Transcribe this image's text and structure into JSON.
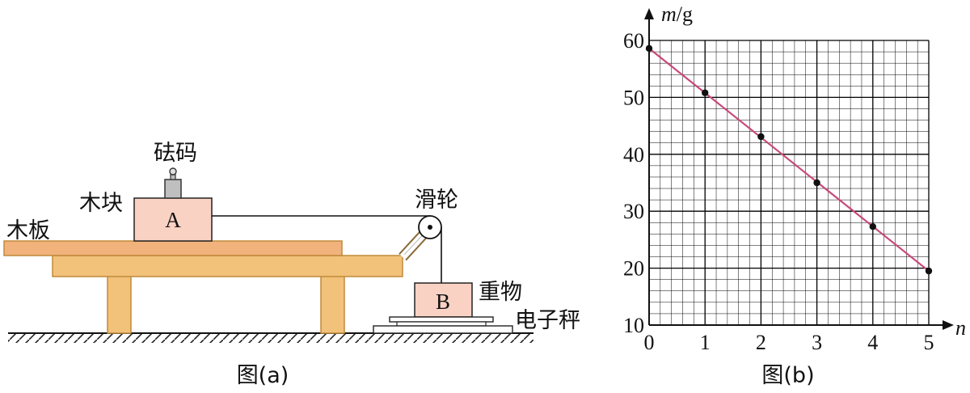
{
  "figure_a": {
    "caption": "图(a)",
    "labels": {
      "weight": "砝码",
      "block": "木块",
      "board": "木板",
      "pulley": "滑轮",
      "heavy_object": "重物",
      "scale": "电子秤"
    },
    "block_letter": "A",
    "object_letter": "B",
    "colors": {
      "table": "#f2c27b",
      "table_stroke": "#c08a3a",
      "board": "#f2b27c",
      "block": "#f9d2c4",
      "weight": "#bfbfbf"
    }
  },
  "figure_b": {
    "caption": "图(b)",
    "chart_data": {
      "type": "scatter",
      "xlabel": "n",
      "ylabel_var": "m",
      "ylabel_unit": "/g",
      "xlim": [
        0,
        5
      ],
      "ylim": [
        10,
        60
      ],
      "x_ticks": [
        0,
        1,
        2,
        3,
        4,
        5
      ],
      "y_ticks": [
        10,
        20,
        30,
        40,
        50,
        60
      ],
      "grid": true,
      "minor_per_major": 5,
      "points": [
        {
          "x": 0,
          "y": 58.6
        },
        {
          "x": 1,
          "y": 50.8
        },
        {
          "x": 2,
          "y": 43.1
        },
        {
          "x": 3,
          "y": 35.0
        },
        {
          "x": 4,
          "y": 27.3
        },
        {
          "x": 5,
          "y": 19.5
        }
      ],
      "fit_line": {
        "x": [
          0,
          5
        ],
        "y": [
          58.6,
          19.5
        ]
      },
      "colors": {
        "fit": "#c8497a",
        "grid": "#000000",
        "points": "#111111"
      }
    }
  }
}
